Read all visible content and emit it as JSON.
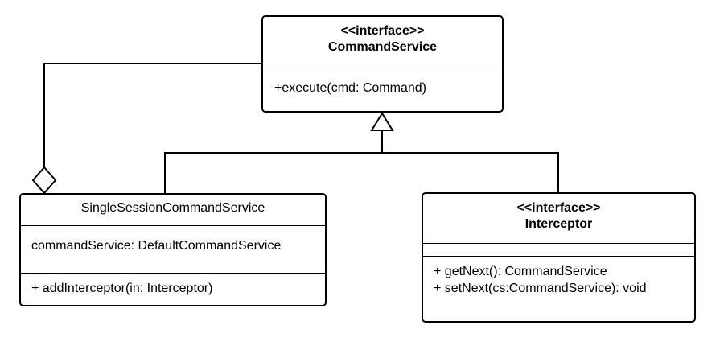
{
  "diagram": {
    "type": "uml-class-diagram",
    "classes": {
      "command_service": {
        "stereotype": "<<interface>>",
        "name": "CommandService",
        "operations": [
          "+execute(cmd: Command)"
        ]
      },
      "single_session": {
        "name": "SingleSessionCommandService",
        "attributes": [
          "commandService: DefaultCommandService"
        ],
        "operations": [
          "+ addInterceptor(in: Interceptor)"
        ]
      },
      "interceptor": {
        "stereotype": "<<interface>>",
        "name": "Interceptor",
        "operations": [
          "+ getNext(): CommandService",
          "+ setNext(cs:CommandService): void"
        ]
      }
    },
    "relationships": [
      {
        "kind": "realization",
        "from": "single_session",
        "to": "command_service"
      },
      {
        "kind": "realization",
        "from": "interceptor",
        "to": "command_service"
      },
      {
        "kind": "aggregation",
        "whole": "single_session",
        "part": "command_service"
      }
    ]
  }
}
